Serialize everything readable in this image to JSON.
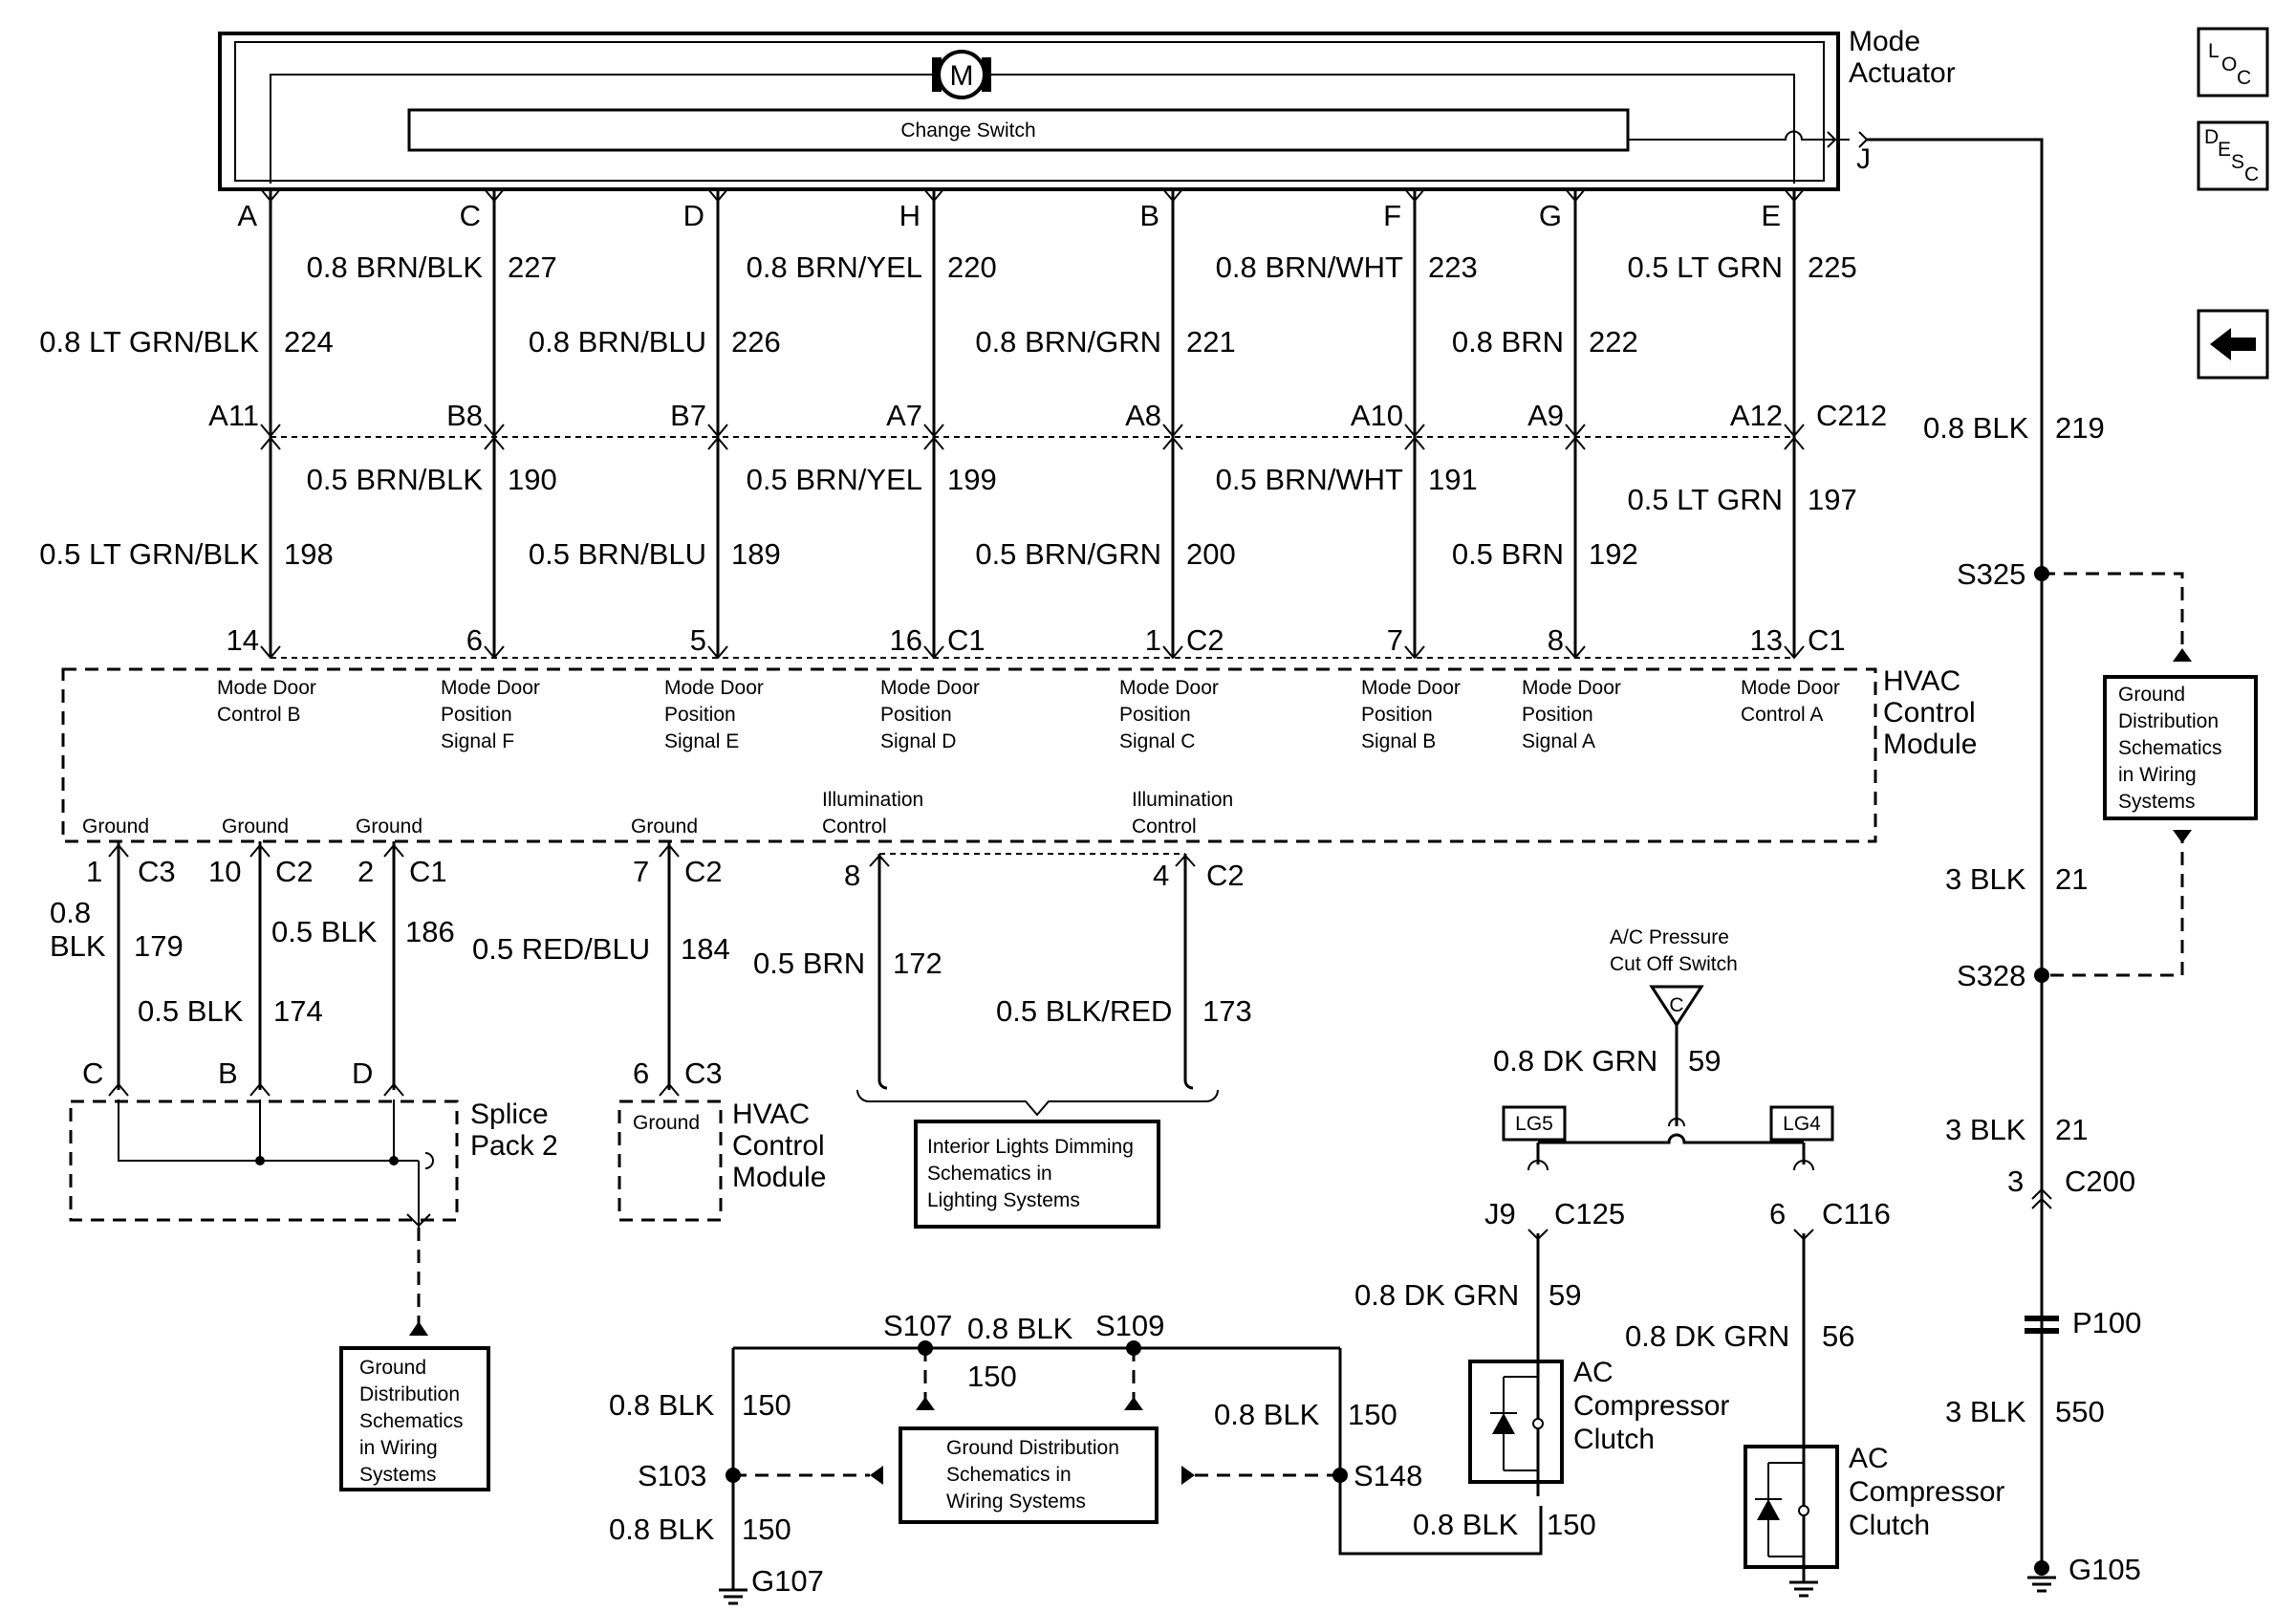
{
  "actuator": {
    "title_line1": "Mode",
    "title_line2": "Actuator",
    "motor_label": "M",
    "switch_label": "Change Switch",
    "out_pin": "J"
  },
  "nav": {
    "loc_icon": "loc-icon",
    "desc_icon": "desc-icon",
    "back_icon": "back-arrow-icon"
  },
  "wires": [
    {
      "pin": "A",
      "top_color": "0.8 LT GRN/BLK",
      "top_circuit": "224",
      "conn_pin": "A11",
      "bot_color": "0.5 LT GRN/BLK",
      "bot_circuit": "198",
      "module_pin": "14",
      "module_conn": "",
      "func1": "Mode Door",
      "func2": "Control B",
      "func3": ""
    },
    {
      "pin": "C",
      "top_color": "0.8 BRN/BLK",
      "top_circuit": "227",
      "conn_pin": "B8",
      "bot_color": "0.5 BRN/BLK",
      "bot_circuit": "190",
      "module_pin": "6",
      "module_conn": "",
      "func1": "Mode Door",
      "func2": "Position",
      "func3": "Signal F"
    },
    {
      "pin": "D",
      "top_color": "0.8 BRN/BLU",
      "top_circuit": "226",
      "conn_pin": "B7",
      "bot_color": "0.5 BRN/BLU",
      "bot_circuit": "189",
      "module_pin": "5",
      "module_conn": "",
      "func1": "Mode Door",
      "func2": "Position",
      "func3": "Signal E"
    },
    {
      "pin": "H",
      "top_color": "0.8 BRN/YEL",
      "top_circuit": "220",
      "conn_pin": "A7",
      "bot_color": "0.5 BRN/YEL",
      "bot_circuit": "199",
      "module_pin": "16",
      "module_conn": "C1",
      "func1": "Mode Door",
      "func2": "Position",
      "func3": "Signal D"
    },
    {
      "pin": "B",
      "top_color": "0.8 BRN/GRN",
      "top_circuit": "221",
      "conn_pin": "A8",
      "bot_color": "0.5 BRN/GRN",
      "bot_circuit": "200",
      "module_pin": "1",
      "module_conn": "C2",
      "func1": "Mode Door",
      "func2": "Position",
      "func3": "Signal C"
    },
    {
      "pin": "F",
      "top_color": "0.8 BRN/WHT",
      "top_circuit": "223",
      "conn_pin": "A10",
      "bot_color": "0.5 BRN/WHT",
      "bot_circuit": "191",
      "module_pin": "7",
      "module_conn": "",
      "func1": "Mode Door",
      "func2": "Position",
      "func3": "Signal B"
    },
    {
      "pin": "G",
      "top_color": "0.8 BRN",
      "top_circuit": "222",
      "conn_pin": "A9",
      "bot_color": "0.5 BRN",
      "bot_circuit": "192",
      "module_pin": "8",
      "module_conn": "",
      "func1": "Mode Door",
      "func2": "Position",
      "func3": "Signal A"
    },
    {
      "pin": "E",
      "top_color": "0.5 LT GRN",
      "top_circuit": "225",
      "conn_pin": "A12",
      "bot_color": "0.5 LT GRN",
      "bot_circuit": "197",
      "module_pin": "13",
      "module_conn": "C1",
      "func1": "Mode Door",
      "func2": "Control A",
      "func3": ""
    }
  ],
  "connector_c212": "C212",
  "hvac": {
    "line1": "HVAC",
    "line2": "Control",
    "line3": "Module",
    "ground_label": "Ground",
    "illum_line1": "Illumination",
    "illum_line2": "Control"
  },
  "grounds": [
    {
      "pin": "1",
      "conn": "C3",
      "color_line1": "0.8",
      "color_line2": "BLK",
      "circuit": "179",
      "splice_pin": "C"
    },
    {
      "pin": "10",
      "conn": "C2",
      "color": "0.5 BLK",
      "circuit": "174",
      "splice_pin": "B"
    },
    {
      "pin": "2",
      "conn": "C1",
      "color": "0.5 BLK",
      "circuit": "186",
      "splice_pin": "D"
    },
    {
      "pin": "7",
      "conn": "C2",
      "color": "0.5 RED/BLU",
      "circuit": "184",
      "module_pin": "6",
      "module_conn": "C3"
    }
  ],
  "illum": [
    {
      "pin": "8",
      "conn": "",
      "color": "0.5 BRN",
      "circuit": "172"
    },
    {
      "pin": "4",
      "conn": "C2",
      "color": "0.5 BLK/RED",
      "circuit": "173"
    }
  ],
  "splice_pack": {
    "line1": "Splice",
    "line2": "Pack 2"
  },
  "hvac2": {
    "ground": "Ground",
    "line1": "HVAC",
    "line2": "Control",
    "line3": "Module"
  },
  "interior_lights": {
    "line1": "Interior Lights Dimming",
    "line2": "Schematics in",
    "line3": "Lighting Systems"
  },
  "ground_dist_left": {
    "line1": "Ground",
    "line2": "Distribution",
    "line3": "Schematics",
    "line4": "in Wiring",
    "line5": "Systems"
  },
  "ground_dist_right": {
    "line1": "Ground",
    "line2": "Distribution",
    "line3": "Schematics",
    "line4": "in Wiring",
    "line5": "Systems"
  },
  "ground_dist_center": {
    "line1": "Ground Distribution",
    "line2": "Schematics in",
    "line3": "Wiring Systems"
  },
  "ground_bus": {
    "s107": "S107",
    "s109": "S109",
    "top_color": "0.8 BLK",
    "top_circuit": "150",
    "left_color": "0.8 BLK",
    "left_circuit": "150",
    "s103": "S103",
    "left_bot_color": "0.8 BLK",
    "left_bot_circuit": "150",
    "g107": "G107",
    "right_color": "0.8 BLK",
    "right_circuit": "150",
    "s148": "S148",
    "bot_color": "0.8 BLK",
    "bot_circuit": "150"
  },
  "ac_switch": {
    "line1": "A/C Pressure",
    "line2": "Cut Off Switch",
    "symbol": "C",
    "color": "0.8 DK GRN",
    "circuit": "59",
    "lg5": "LG5",
    "lg4": "LG4"
  },
  "ac_left": {
    "pin": "J9",
    "conn": "C125",
    "color": "0.8 DK GRN",
    "circuit": "59",
    "line1": "AC",
    "line2": "Compressor",
    "line3": "Clutch"
  },
  "ac_right": {
    "pin": "6",
    "conn": "C116",
    "color": "0.8 DK GRN",
    "circuit": "56",
    "line1": "AC",
    "line2": "Compressor",
    "line3": "Clutch"
  },
  "right_ground": {
    "color1": "0.8 BLK",
    "circuit1": "219",
    "s325": "S325",
    "color2": "3 BLK",
    "circuit2": "21",
    "s328": "S328",
    "color3": "3 BLK",
    "circuit3": "21",
    "c200_pin": "3",
    "c200": "C200",
    "p100": "P100",
    "color4": "3 BLK",
    "circuit4": "550",
    "g105": "G105"
  }
}
